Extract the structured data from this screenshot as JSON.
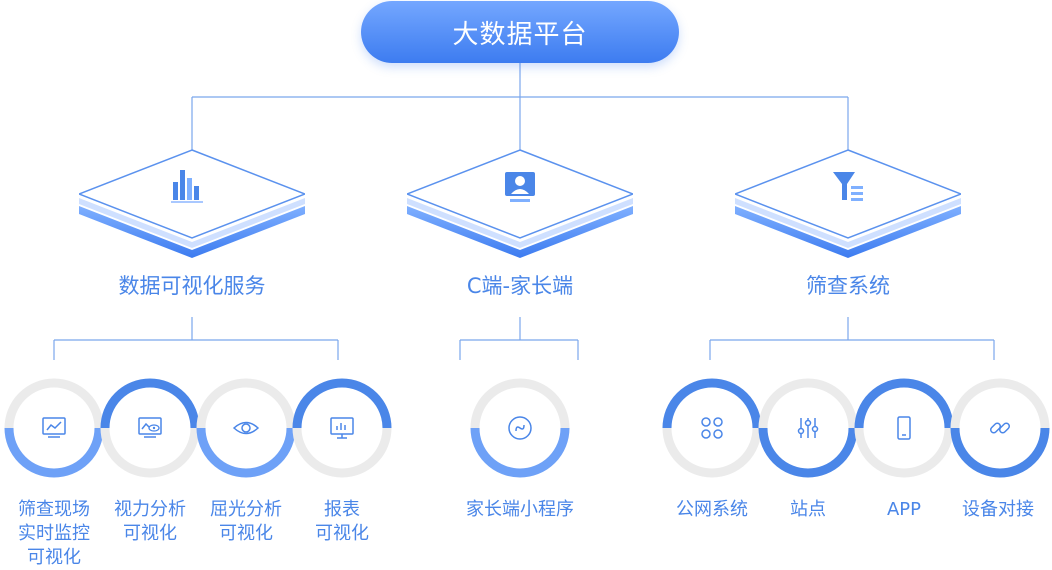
{
  "platform": {
    "title": "大数据平台"
  },
  "categories": [
    {
      "label": "数据可视化服务",
      "icon": "bar-chart-icon"
    },
    {
      "label": "C端-家长端",
      "icon": "user-monitor-icon"
    },
    {
      "label": "筛查系统",
      "icon": "filter-list-icon"
    }
  ],
  "leaves": {
    "viz": [
      {
        "label": "筛查现场\n实时监控\n可视化",
        "icon": "line-chart-monitor-icon"
      },
      {
        "label": "视力分析\n可视化",
        "icon": "eye-monitor-icon"
      },
      {
        "label": "屈光分析\n可视化",
        "icon": "eye-icon"
      },
      {
        "label": "报表\n可视化",
        "icon": "report-monitor-icon"
      }
    ],
    "parent": [
      {
        "label": "家长端小程序",
        "icon": "mini-program-icon"
      }
    ],
    "screening": [
      {
        "label": "公网系统",
        "icon": "grid-icon"
      },
      {
        "label": "站点",
        "icon": "sliders-icon"
      },
      {
        "label": "APP",
        "icon": "phone-icon"
      },
      {
        "label": "设备对接",
        "icon": "link-icon"
      }
    ]
  },
  "colors": {
    "primary": "#4a86e8",
    "light": "#7fb0ff",
    "ring_gray": "#ebebeb",
    "line": "#7aa6ec"
  }
}
